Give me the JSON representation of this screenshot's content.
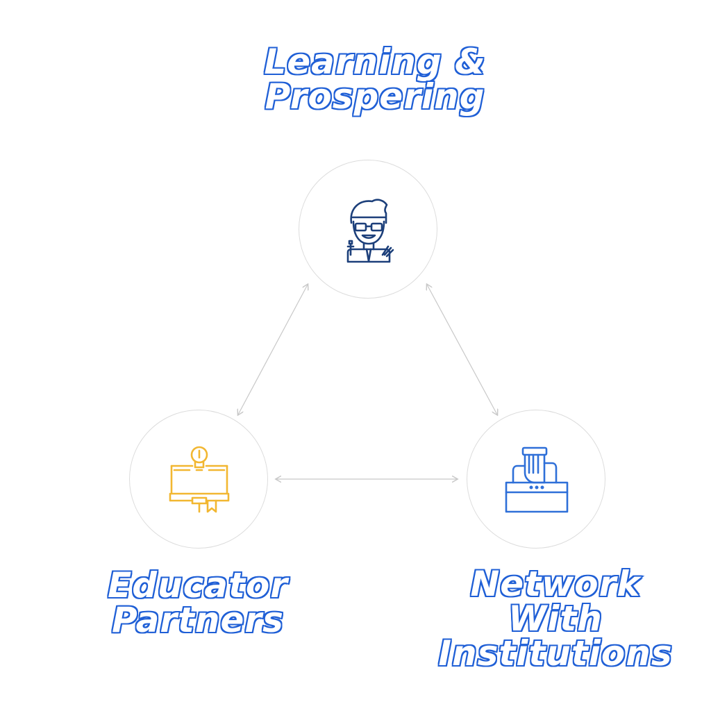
{
  "nodes": {
    "top": {
      "label_lines": [
        "Learning &",
        "Prospering"
      ],
      "icon": "student-icon",
      "icon_color": "#1c3f7a"
    },
    "left": {
      "label_lines": [
        "Educator",
        "Partners"
      ],
      "icon": "book-lightbulb-icon",
      "icon_color": "#f2b731"
    },
    "right": {
      "label_lines": [
        "Network",
        "With",
        "Institutions"
      ],
      "icon": "briefcase-handshake-icon",
      "icon_color": "#2e6fd8"
    }
  },
  "colors": {
    "label_outline": "#1f5fd6",
    "label_fill": "#ffffff",
    "connector": "#c8c8c8",
    "circle_border": "#dcdcdc"
  }
}
